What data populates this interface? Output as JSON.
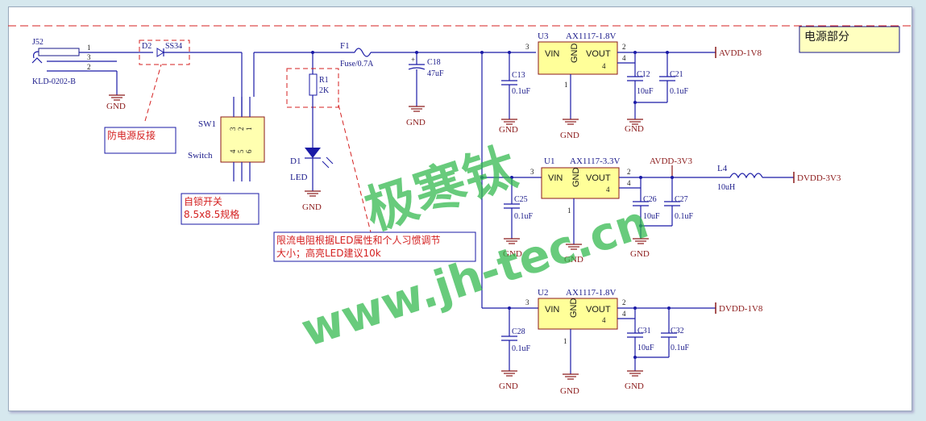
{
  "title_box": "电源部分",
  "connector": {
    "ref": "J52",
    "part": "KLD-0202-B",
    "pins": [
      "1",
      "3",
      "2"
    ]
  },
  "diode_d2": {
    "ref": "D2",
    "part": "SS34"
  },
  "switch": {
    "ref": "SW1",
    "part": "Switch",
    "pins_top": [
      "3",
      "2",
      "1"
    ],
    "pins_bottom": [
      "4",
      "5",
      "6"
    ]
  },
  "fuse": {
    "ref": "F1",
    "value": "Fuse/0.7A"
  },
  "resistor": {
    "ref": "R1",
    "value": "2K"
  },
  "led": {
    "ref": "D1",
    "value": "LED"
  },
  "cap_c18": {
    "ref": "C18",
    "value": "47uF"
  },
  "regulators": [
    {
      "ref": "U3",
      "part": "AX1117-1.8V",
      "net": "AVDD-1V8"
    },
    {
      "ref": "U1",
      "part": "AX1117-3.3V",
      "net": "AVDD-3V3"
    },
    {
      "ref": "U2",
      "part": "AX1117-1.8V",
      "net": "DVDD-1V8"
    }
  ],
  "reg_labels": {
    "vin": "VIN",
    "gnd": "GND",
    "vout": "VOUT"
  },
  "reg_pins": {
    "p1": "1",
    "p2": "2",
    "p3": "3",
    "p4": "4"
  },
  "caps": {
    "c13": {
      "ref": "C13",
      "value": "0.1uF"
    },
    "c12": {
      "ref": "C12",
      "value": "10uF"
    },
    "c21": {
      "ref": "C21",
      "value": "0.1uF"
    },
    "c25": {
      "ref": "C25",
      "value": "0.1uF"
    },
    "c26": {
      "ref": "C26",
      "value": "10uF"
    },
    "c27": {
      "ref": "C27",
      "value": "0.1uF"
    },
    "c28": {
      "ref": "C28",
      "value": "0.1uF"
    },
    "c31": {
      "ref": "C31",
      "value": "10uF"
    },
    "c32": {
      "ref": "C32",
      "value": "0.1uF"
    }
  },
  "inductor": {
    "ref": "L4",
    "value": "10uH",
    "net": "DVDD-3V3"
  },
  "gnd_label": "GND",
  "notes": {
    "reverse": "防电源反接",
    "switch_line1": "自锁开关",
    "switch_line2": "8.5x8.5规格",
    "resistor_line1": "限流电阻根据LED属性和个人习惯调节",
    "resistor_line2": "大小；高亮LED建议10k"
  },
  "watermark": {
    "line1": "极寒钛",
    "line2": "www.jh-tec.cn"
  },
  "colors": {
    "wire": "#1a1aa6",
    "gnd": "#8b1a1a",
    "note_red": "#d42020",
    "watermark": "#2fb84a",
    "regulator_fill": "#ffff99"
  }
}
